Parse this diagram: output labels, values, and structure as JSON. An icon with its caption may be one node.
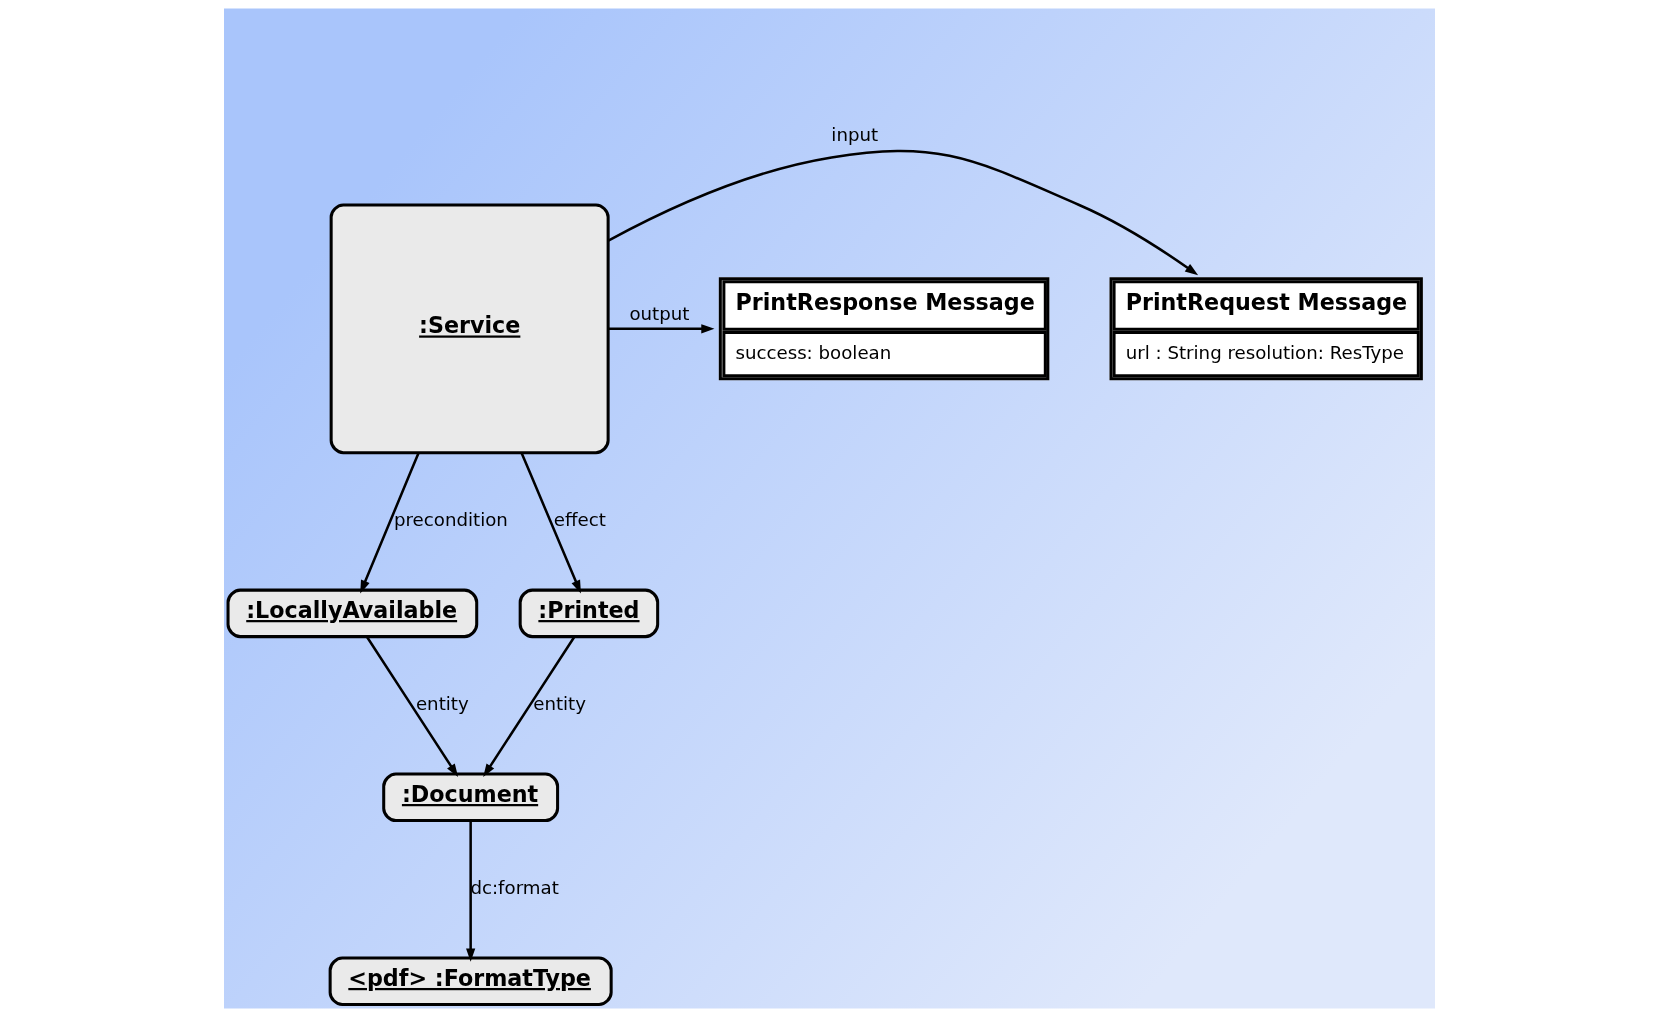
{
  "diagram": {
    "nodes": [
      {
        "text": [
          "PrintRequest Message",
          "url : String resolution: ResType"
        ]
      },
      {
        "text": [
          ":Service"
        ]
      },
      {
        "text": [
          "PrintResponse Message",
          "success: boolean"
        ]
      },
      {
        "text": [
          ":LocallyAvailable"
        ]
      },
      {
        "text": [
          ":Printed"
        ]
      },
      {
        "text": [
          ":Document"
        ]
      },
      {
        "text": [
          "<pdf> :FormatType"
        ]
      }
    ],
    "edges": [
      {
        "from": 1,
        "to": 0,
        "arrow": "to",
        "label": "input"
      },
      {
        "from": 1,
        "to": 2,
        "arrow": "to",
        "label": "output"
      },
      {
        "from": 1,
        "to": 3,
        "arrow": "to",
        "label": "precondition"
      },
      {
        "from": 1,
        "to": 4,
        "arrow": "to",
        "label": "effect"
      },
      {
        "from": 3,
        "to": 5,
        "arrow": "to",
        "label": "entity"
      },
      {
        "from": 4,
        "to": 5,
        "arrow": "to",
        "label": "entity"
      },
      {
        "from": 5,
        "to": 6,
        "arrow": "to",
        "label": "dc:format"
      }
    ]
  }
}
